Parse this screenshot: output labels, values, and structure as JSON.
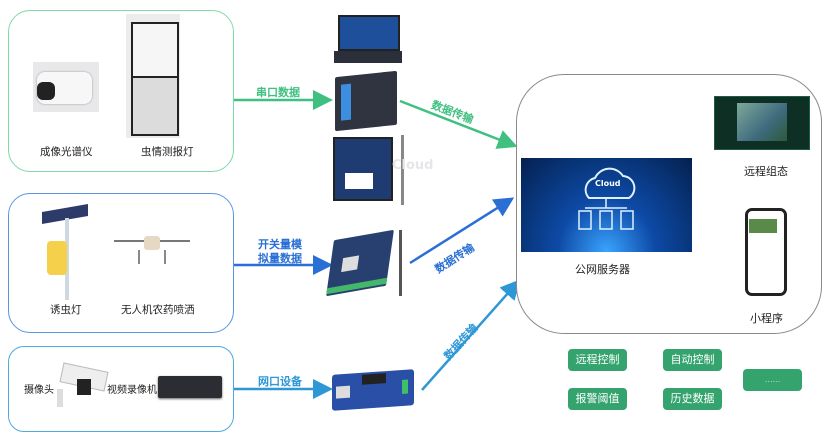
{
  "groups": [
    {
      "name": "serial",
      "items": [
        {
          "label": "成像光谱仪",
          "icon": "imaging-spectrometer-icon"
        },
        {
          "label": "虫情测报灯",
          "icon": "insect-monitoring-lamp-icon"
        }
      ],
      "link_label": "串口数据",
      "gateway": [
        "serial-server-icon",
        "serial-dtu-icon",
        "cellular-dtu-icon"
      ],
      "transfer_label": "数据传输",
      "color": "#3fc080"
    },
    {
      "name": "io",
      "items": [
        {
          "label": "诱虫灯",
          "icon": "insect-trap-lamp-icon"
        },
        {
          "label": "无人机农药喷洒",
          "icon": "spraying-drone-icon"
        }
      ],
      "link_label_line1": "开关量模",
      "link_label_line2": "拟量数据",
      "gateway": [
        "io-controller-icon"
      ],
      "transfer_label": "数据传输",
      "color": "#2a6fd6"
    },
    {
      "name": "network",
      "items": [
        {
          "label": "摄像头",
          "icon": "camera-icon"
        },
        {
          "label": "视频录像机",
          "icon": "video-recorder-icon"
        }
      ],
      "link_label": "网口设备",
      "gateway": [
        "industrial-router-icon"
      ],
      "transfer_label": "数据传输",
      "color": "#2e97d6"
    }
  ],
  "watermark": "Cloud",
  "server": {
    "label": "公网服务器",
    "cloud_text": "Cloud",
    "outputs": [
      {
        "label": "远程组态",
        "icon": "scada-dashboard-icon"
      },
      {
        "label": "小程序",
        "icon": "mini-program-phone-icon"
      }
    ]
  },
  "features": [
    "远程控制",
    "自动控制",
    "报警阈值",
    "历史数据",
    "......"
  ],
  "colors": {
    "green": "#3fc080",
    "blue": "#2a6fd6",
    "light_blue": "#2e97d6",
    "button": "#34a36d"
  }
}
